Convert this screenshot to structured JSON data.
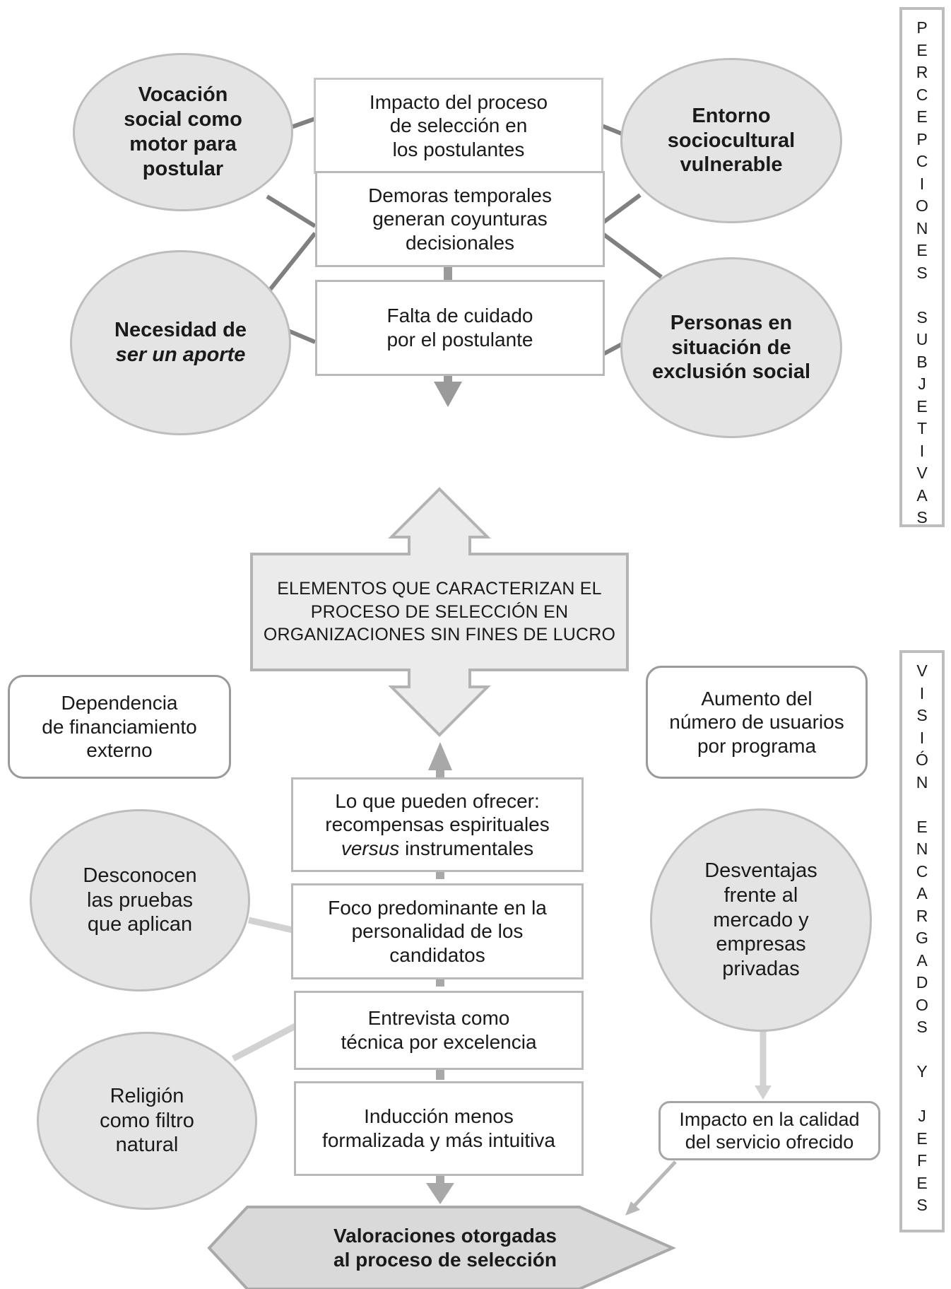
{
  "top": {
    "ellipses": {
      "vocacion": "Vocación\nsocial como\nmotor para\npostular",
      "entorno": "Entorno\nsociocultural\nvulnerable",
      "necesidad_line1": "Necesidad de",
      "necesidad_line2": "ser un aporte",
      "exclusion": "Personas en\nsituación de\nexclusión social"
    },
    "boxes": {
      "impacto": "Impacto del proceso\nde selección en\nlos postulantes",
      "demoras": "Demoras temporales\ngeneran coyunturas\ndecisionales",
      "falta": "Falta de cuidado\npor el postulante"
    }
  },
  "side_labels": {
    "perceptions": "PERCEPCIONES SUBJETIVAS",
    "vision": "VISIÓN ENCARGADOS Y JEFES"
  },
  "center": {
    "label": "ELEMENTOS QUE CARACTERIZAN EL\nPROCESO DE SELECCIÓN EN\nORGANIZACIONES SIN FINES DE LUCRO"
  },
  "bottom": {
    "dependencia": "Dependencia\nde financiamiento\nexterno",
    "aumento": "Aumento del\nnúmero de usuarios\npor programa",
    "ofrecer_pre": "Lo que pueden ofrecer:\nrecompensas espirituales\n",
    "ofrecer_em": "versus",
    "ofrecer_post": " instrumentales",
    "foco": "Foco predominante en la\npersonalidad de los\ncandidatos",
    "entrevista": "Entrevista como\ntécnica por excelencia",
    "induccion": "Inducción menos\nformalizada y más intuitiva",
    "desconocen": "Desconocen\nlas pruebas\nque aplican",
    "religion": "Religión\ncomo filtro\nnatural",
    "desventajas": "Desventajas\nfrente al\nmercado y\nempresas\nprivadas",
    "impacto_calidad": "Impacto en la calidad\ndel servicio ofrecido",
    "valoraciones": "Valoraciones otorgadas\nal proceso de selección"
  }
}
